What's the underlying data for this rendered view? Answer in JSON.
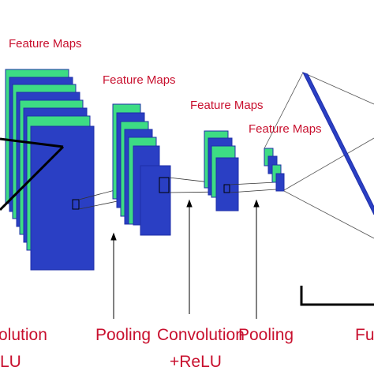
{
  "diagram": {
    "feature_maps_label": "Feature Maps",
    "labels": {
      "conv1_partial": "olution",
      "relu_partial": "LU",
      "pooling_1": "Pooling",
      "convolution_2": "Convolution",
      "relu_2": "+ReLU",
      "pooling_2": "Pooling",
      "fully_partial": "Full"
    },
    "colors": {
      "map_green": "#3ddc84",
      "map_blue": "#2a3fc4",
      "map_blue_dark": "#1f2fa8",
      "label_red": "#c8102e",
      "line": "#000000",
      "connector": "#333333"
    }
  }
}
